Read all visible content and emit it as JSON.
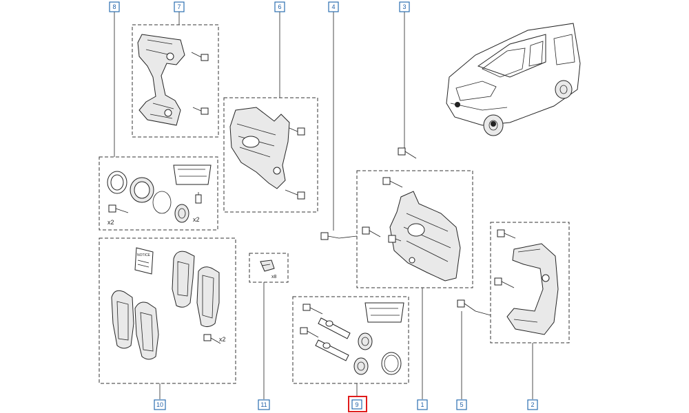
{
  "callouts": {
    "c1": "1",
    "c2": "2",
    "c3": "3",
    "c4": "4",
    "c5": "5",
    "c6": "6",
    "c7": "7",
    "c8": "8",
    "c9": "9",
    "c10": "10",
    "c11": "11"
  },
  "selected_callout": "9",
  "quantities": {
    "seals_bolts": "x2",
    "seals_bushings": "x2",
    "pads_bolts": "x2",
    "clips": "x8"
  },
  "manual_label": "NOTICE",
  "colors": {
    "callout_border": "#2a6db0",
    "callout_text": "#1f5fa6",
    "selected_border": "#e01b1b"
  }
}
